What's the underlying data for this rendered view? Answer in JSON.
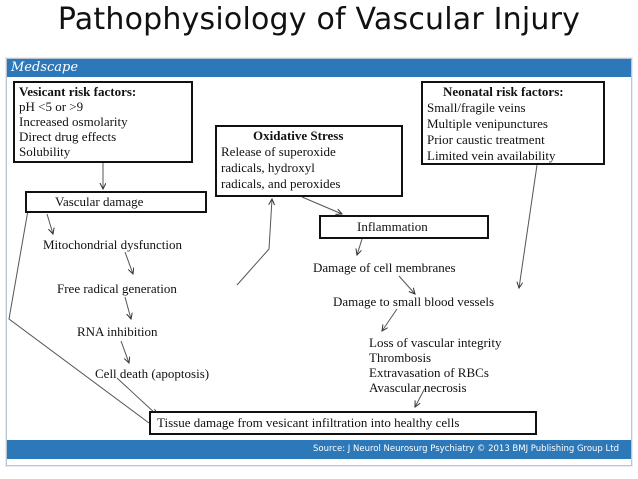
{
  "title": "Pathophysiology of Vascular Injury",
  "brand": "Medscape",
  "source": "Source: J Neurol Neurosurg Psychiatry © 2013 BMJ Publishing Group Ltd",
  "vesicant": {
    "heading": "Vesicant risk factors:",
    "items": [
      "pH <5 or >9",
      "Increased osmolarity",
      "Direct drug effects",
      "Solubility"
    ]
  },
  "oxidative": {
    "heading": "Oxidative Stress",
    "lines": [
      "Release of superoxide",
      "radicals, hydroxyl",
      "radicals, and peroxides"
    ]
  },
  "neonatal": {
    "heading": "Neonatal risk factors:",
    "items": [
      "Small/fragile veins",
      "Multiple venipunctures",
      "Prior caustic treatment",
      "Limited vein availability"
    ]
  },
  "nodes": {
    "vascular_damage": "Vascular  damage",
    "mito": "Mitochondrial dysfunction",
    "free_radical": "Free radical generation",
    "rna": "RNA inhibition",
    "cell_death": "Cell death (apoptosis)",
    "inflammation": "Inflammation",
    "cell_membranes": "Damage of cell membranes",
    "small_vessels": "Damage to small blood vessels",
    "tissue_damage": "Tissue damage from vesicant infiltration into healthy cells"
  },
  "outcomes": [
    "Loss of vascular integrity",
    "Thrombosis",
    "Extravasation of RBCs",
    "Avascular necrosis"
  ]
}
